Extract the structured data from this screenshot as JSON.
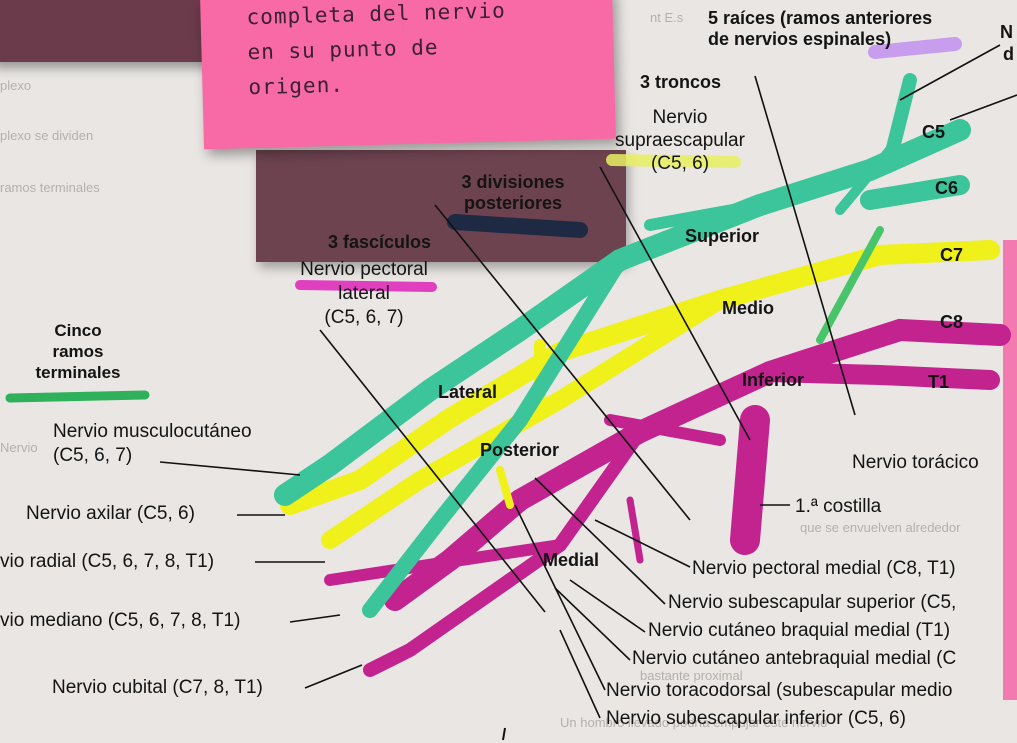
{
  "sticky_note": {
    "text": "completa del nervio\nen su punto de\norigen."
  },
  "header": {
    "roots_title": "5 raíces (ramos anteriores\nde nervios espinales)",
    "troncos_title": "3 troncos",
    "divisiones_title": "3 divisiones\nposteriores",
    "fasciculos_title": "3 fascículos",
    "ramos_title": "Cinco\nramos\nterminales"
  },
  "roots": {
    "c5": "C5",
    "c6": "C6",
    "c7": "C7",
    "c8": "C8",
    "t1": "T1"
  },
  "trunks": {
    "superior": "Superior",
    "medio": "Medio",
    "inferior": "Inferior"
  },
  "cords": {
    "lateral": "Lateral",
    "posterior": "Posterior",
    "medial": "Medial"
  },
  "nerves": {
    "supraescapular": "Nervio\nsupraescapular\n(C5, 6)",
    "pectoral_lateral": "Nervio pectoral\nlateral\n(C5, 6, 7)",
    "musculocutaneo": "Nervio musculocutáneo\n(C5, 6, 7)",
    "axilar": "Nervio axilar (C5, 6)",
    "radial": "vio radial (C5, 6, 7, 8, T1)",
    "mediano": "vio mediano (C5, 6, 7, 8, T1)",
    "cubital": "Nervio cubital (C7, 8, T1)",
    "toracico": "Nervio torácico",
    "costilla": "1.ª costilla",
    "pectoral_medial": "Nervio pectoral medial (C8, T1)",
    "subescapular_superior": "Nervio subescapular superior (C5,",
    "cutaneo_braquial": "Nervio cutáneo braquial medial (T1)",
    "cutaneo_antebraquial": "Nervio cutáneo antebraquial medial (C",
    "toracodorsal": "Nervio toracodorsal (subescapular medio",
    "subescapular_inferior": "Nervio subescapular inferior (C5, 6)",
    "top_right_n": "N",
    "top_right_d": "d"
  },
  "colors": {
    "superior_trunk": "#3cc59a",
    "middle_trunk": "#f0f01a",
    "inferior_trunk": "#c2238f",
    "roots_green": "#48c46a",
    "highlight_purple": "#c08cf0",
    "highlight_yellow": "#e8f060",
    "highlight_green": "#2fb05a",
    "highlight_pink": "#e040c0",
    "highlight_navy": "#1e2a44"
  }
}
